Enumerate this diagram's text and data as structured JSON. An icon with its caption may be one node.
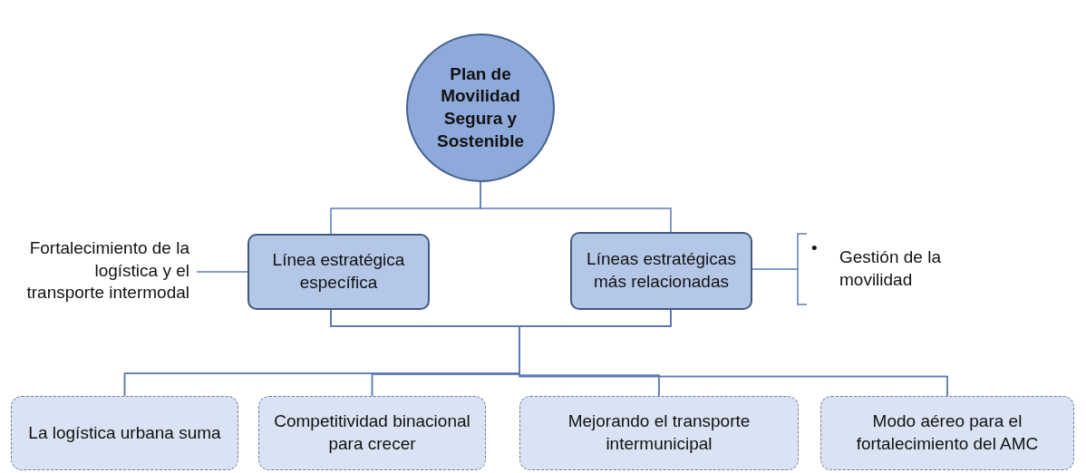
{
  "diagram": {
    "nodes": [
      {
        "text": [
          "Plan de Movilidad Segura y Sostenible"
        ]
      },
      {
        "text": [
          "Fortalecimiento de la logística y el transporte intermodal"
        ]
      },
      {
        "text": [
          "Línea estratégica específica"
        ]
      },
      {
        "text": [
          "Líneas estratégicas más relacionadas"
        ]
      },
      {
        "text": [
          "Gestión de la movilidad"
        ]
      },
      {
        "text": [
          "La logística urbana suma"
        ]
      },
      {
        "text": [
          "Competitividad binacional para crecer"
        ]
      },
      {
        "text": [
          "Mejorando el transporte intermunicipal"
        ]
      },
      {
        "text": [
          "Modo aéreo para el fortalecimiento del AMC"
        ]
      }
    ],
    "edges": [
      {
        "from": 0,
        "to": 2,
        "arrow": "none"
      },
      {
        "from": 0,
        "to": 3,
        "arrow": "none"
      },
      {
        "from": 1,
        "to": 2,
        "arrow": "none"
      },
      {
        "from": 3,
        "to": 4,
        "arrow": "none"
      },
      {
        "from": 2,
        "to": 5,
        "arrow": "none"
      },
      {
        "from": 2,
        "to": 6,
        "arrow": "none"
      },
      {
        "from": 2,
        "to": 7,
        "arrow": "none"
      },
      {
        "from": 2,
        "to": 8,
        "arrow": "none"
      },
      {
        "from": 3,
        "to": 5,
        "arrow": "none"
      },
      {
        "from": 3,
        "to": 6,
        "arrow": "none"
      },
      {
        "from": 3,
        "to": 7,
        "arrow": "none"
      },
      {
        "from": 3,
        "to": 8,
        "arrow": "none"
      }
    ],
    "labels": [
      "•"
    ]
  }
}
